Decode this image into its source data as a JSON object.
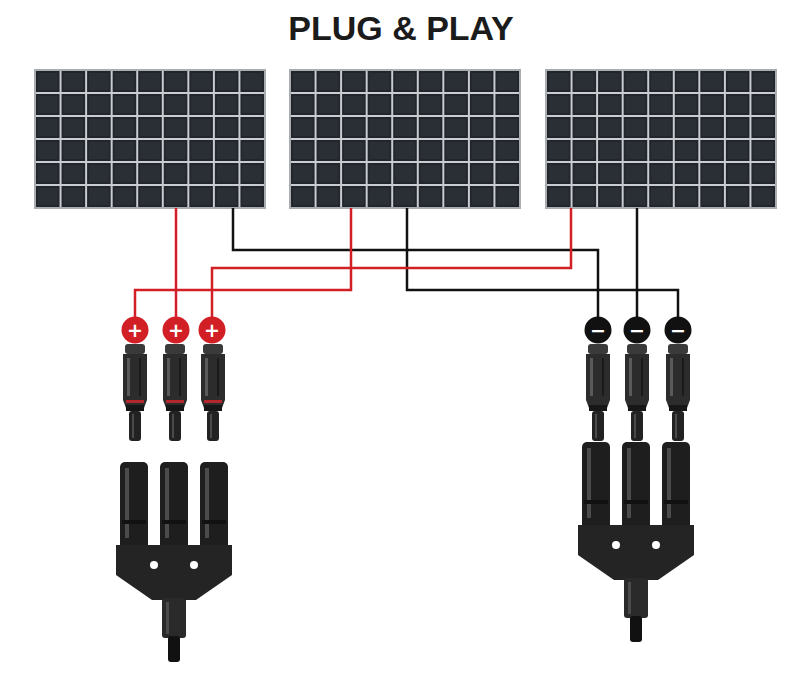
{
  "diagram": {
    "title": "PLUG & PLAY",
    "nodes": [
      {
        "text": [
          "+"
        ]
      },
      {
        "text": [
          "+"
        ]
      },
      {
        "text": [
          "+"
        ]
      },
      {
        "text": [
          "−"
        ]
      },
      {
        "text": [
          "−"
        ]
      },
      {
        "text": [
          "−"
        ]
      }
    ]
  }
}
